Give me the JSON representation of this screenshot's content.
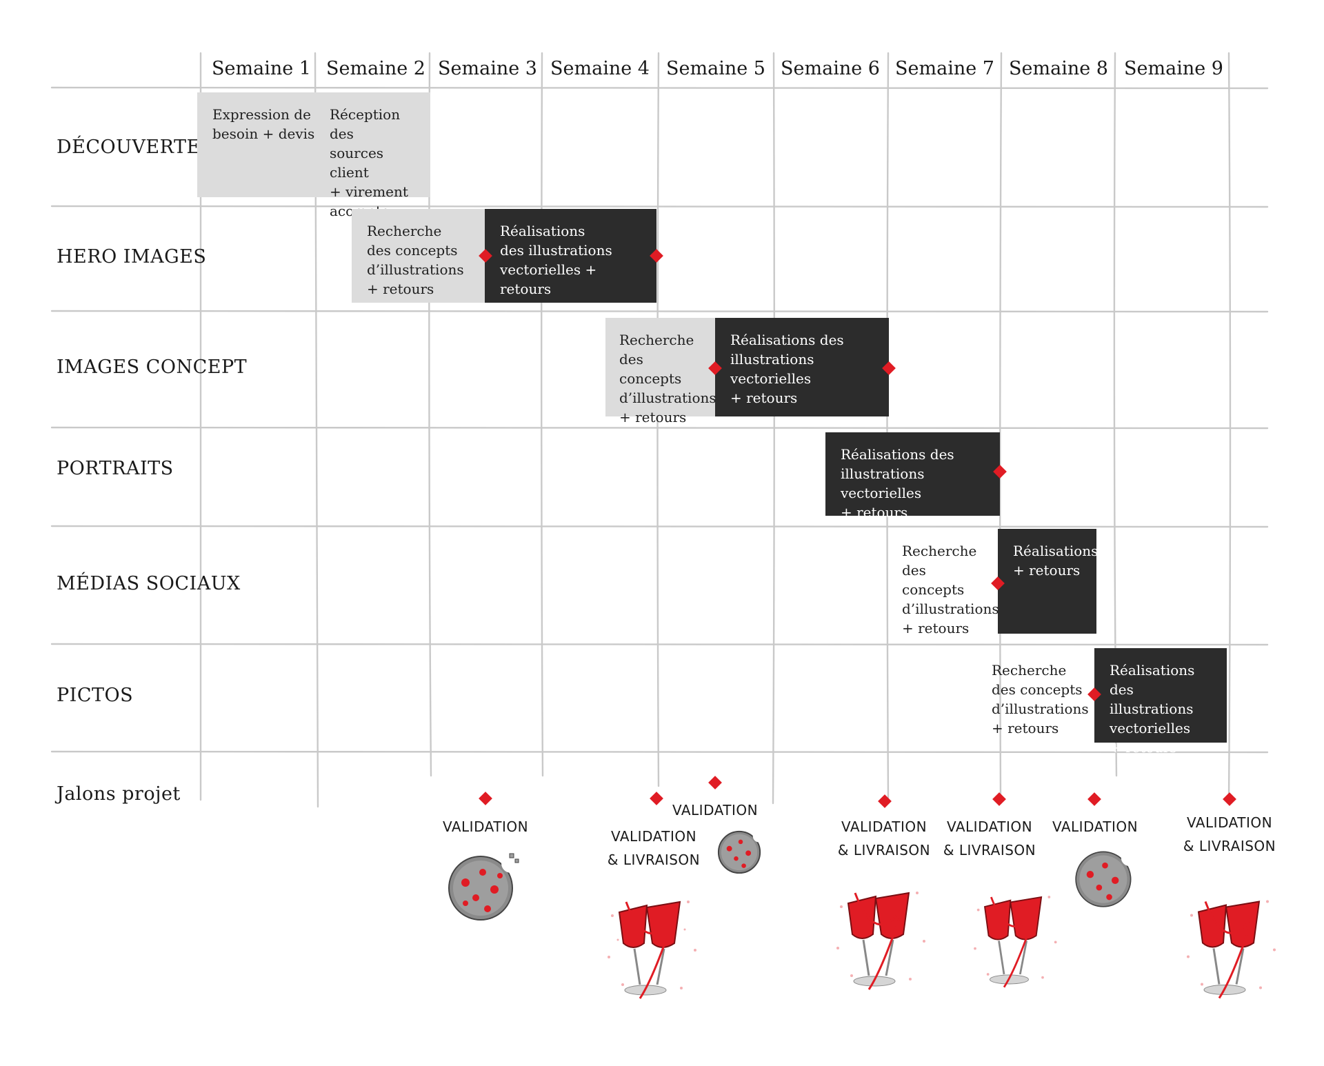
{
  "weeks": [
    "Semaine 1",
    "Semaine 2",
    "Semaine 3",
    "Semaine 4",
    "Semaine 5",
    "Semaine 6",
    "Semaine 7",
    "Semaine 8",
    "Semaine 9"
  ],
  "rows": {
    "decouverte": "DÉCOUVERTE",
    "hero": "HERO IMAGES",
    "concept": "IMAGES CONCEPT",
    "portraits": "PORTRAITS",
    "medias": "MÉDIAS SOCIAUX",
    "pictos": "PICTOS",
    "jalons": "Jalons projet"
  },
  "tasks": {
    "expression": [
      "Expression de",
      "besoin + devis"
    ],
    "reception": [
      "Réception des",
      "sources client",
      "+ virement",
      "acompte"
    ],
    "hero_recherche": [
      "Recherche",
      "des concepts",
      "d’illustrations",
      "+ retours"
    ],
    "hero_real": [
      "Réalisations",
      "des illustrations",
      "vectorielles + retours"
    ],
    "concept_recherche": [
      "Recherche",
      "des concepts",
      "d’illustrations",
      "+ retours"
    ],
    "concept_real": [
      "Réalisations des",
      "illustrations vectorielles",
      "+ retours"
    ],
    "portraits_real": [
      "Réalisations des",
      "illustrations vectorielles",
      "+ retours"
    ],
    "medias_recherche": [
      "Recherche",
      "des concepts",
      "d’illustrations",
      "+ retours"
    ],
    "medias_real": [
      "Réalisations",
      "+ retours"
    ],
    "pictos_recherche": [
      "Recherche",
      "des concepts",
      "d’illustrations",
      "+ retours"
    ],
    "pictos_real": [
      "Réalisations",
      "des illustrations",
      "vectorielles",
      "+ retours"
    ]
  },
  "milestones": {
    "m1": [
      "VALIDATION"
    ],
    "m2": [
      "VALIDATION",
      "& LIVRAISON"
    ],
    "m3": [
      "VALIDATION"
    ],
    "m4": [
      "VALIDATION",
      "& LIVRAISON"
    ],
    "m5": [
      "VALIDATION",
      "& LIVRAISON"
    ],
    "m6": [
      "VALIDATION"
    ],
    "m7": [
      "VALIDATION",
      "& LIVRAISON"
    ]
  },
  "illustrations": {
    "cookie": "cookie-icon",
    "toast": "wine-toast-icon"
  },
  "colors": {
    "accent": "#e01c24",
    "task_light": "#dcdcdc",
    "task_dark": "#2c2c2c",
    "grid": "#c9c9c9"
  }
}
